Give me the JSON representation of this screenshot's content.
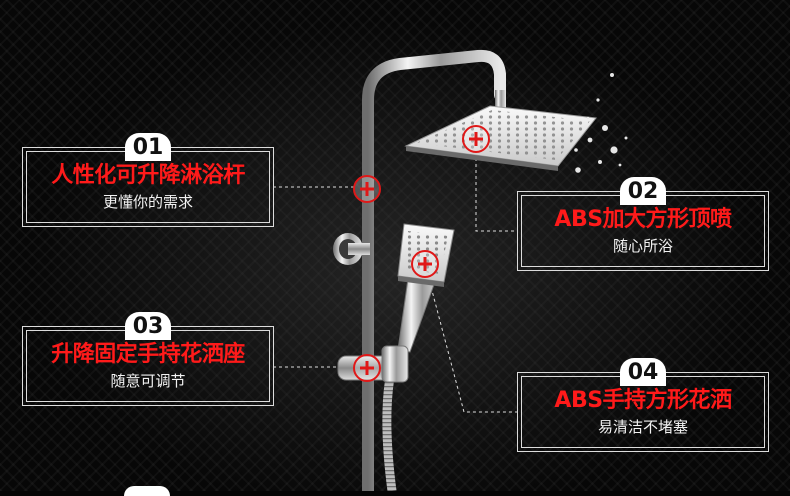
{
  "features": [
    {
      "num": "01",
      "title": "人性化可升降淋浴杆",
      "subtitle": "更懂你的需求"
    },
    {
      "num": "02",
      "title": "ABS加大方形顶喷",
      "subtitle": "随心所浴"
    },
    {
      "num": "03",
      "title": "升降固定手持花洒座",
      "subtitle": "随意可调节"
    },
    {
      "num": "04",
      "title": "ABS手持方形花洒",
      "subtitle": "易清洁不堵塞"
    }
  ],
  "colors": {
    "accent": "#ff1a1a",
    "frame": "#dcdcdc",
    "background": "#070707"
  }
}
